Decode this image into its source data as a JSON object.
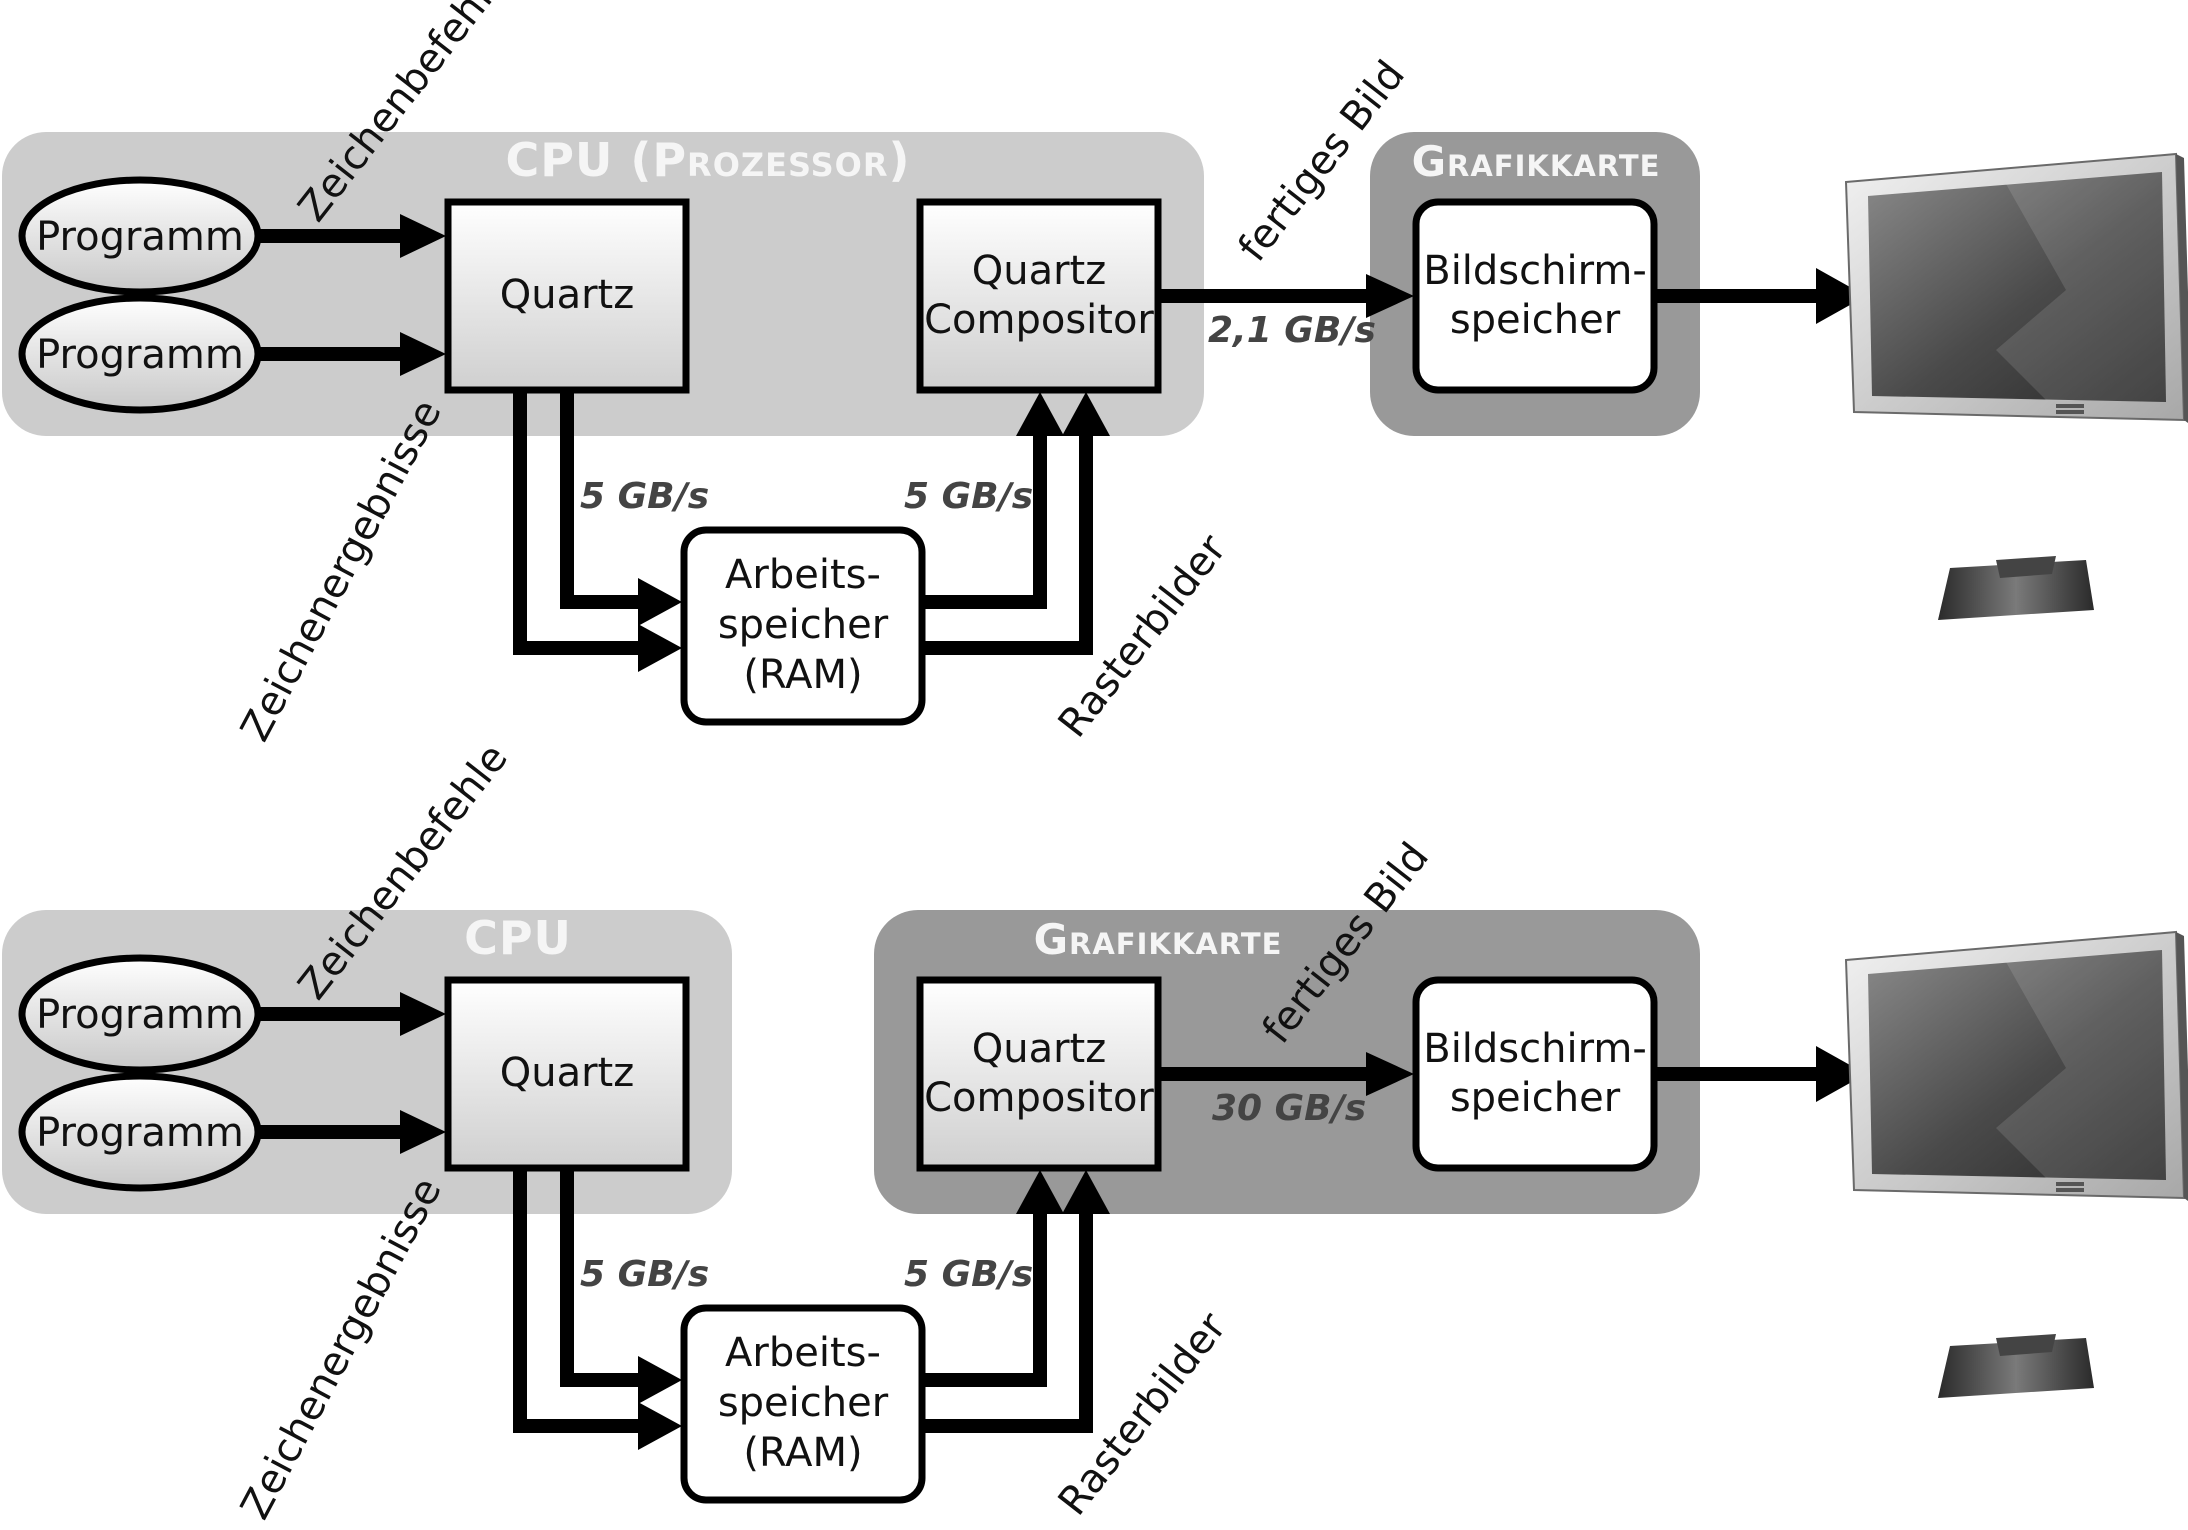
{
  "diagram_top": {
    "cpu_label": "CPU (Prozessor)",
    "gpu_label": "Grafikkarte",
    "program_1": "Programm",
    "program_2": "Programm",
    "quartz": "Quartz",
    "compositor_line1": "Quartz",
    "compositor_line2": "Compositor",
    "ram_line1": "Arbeits-",
    "ram_line2": "speicher",
    "ram_line3": "(RAM)",
    "framebuffer_line1": "Bildschirm-",
    "framebuffer_line2": "speicher",
    "draw_commands": "Zeichenbefehle",
    "draw_results": "Zeichenergebnisse",
    "raster_images": "Rasterbilder",
    "finished_image": "fertiges Bild",
    "rate_quartz_ram": "5 GB/s",
    "rate_ram_compositor": "5 GB/s",
    "rate_compositor_framebuffer": "2,1 GB/s"
  },
  "diagram_bottom": {
    "cpu_label": "CPU",
    "gpu_label": "Grafikkarte",
    "program_1": "Programm",
    "program_2": "Programm",
    "quartz": "Quartz",
    "compositor_line1": "Quartz",
    "compositor_line2": "Compositor",
    "ram_line1": "Arbeits-",
    "ram_line2": "speicher",
    "ram_line3": "(RAM)",
    "framebuffer_line1": "Bildschirm-",
    "framebuffer_line2": "speicher",
    "draw_commands": "Zeichenbefehle",
    "draw_results": "Zeichenergebnisse",
    "raster_images": "Rasterbilder",
    "finished_image": "fertiges Bild",
    "rate_quartz_ram": "5 GB/s",
    "rate_ram_compositor": "5 GB/s",
    "rate_compositor_framebuffer": "30 GB/s"
  },
  "colors": {
    "cpu_region": "#cccccc",
    "gpu_region": "#999999",
    "stroke": "#000000",
    "rate_text": "#444444"
  },
  "icons": {
    "monitor": "monitor-icon"
  }
}
